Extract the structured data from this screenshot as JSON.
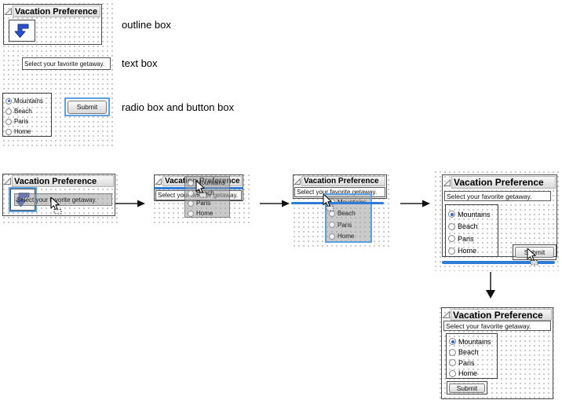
{
  "form": {
    "title": "Vacation Preference",
    "prompt": "Select your favorite getaway.",
    "options": [
      "Mountains",
      "Beach",
      "Paris",
      "Home"
    ],
    "selected": "Mountains",
    "submit_label": "Submit"
  },
  "legend": {
    "outline_box": "outline box",
    "text_box": "text box",
    "radio_button_box": "radio box and button box"
  },
  "icons": {
    "disclosure": "disclosure-triangle-icon",
    "outline_arrow": "blue-down-arrow-icon",
    "drag_cursor": "drag-cursor-icon",
    "flow_arrow_right": "arrow-right-icon",
    "flow_arrow_down": "arrow-down-icon"
  },
  "colors": {
    "selection_outline": "#5aa2e4",
    "insertion_line": "#2f7cd6",
    "arrow_icon_blue": "#2b50cc",
    "radio_selected": "#3465c6",
    "panel_border": "#4a4a4a",
    "titlebar_top": "#f7f7f7",
    "titlebar_bottom": "#dbdbdb",
    "grid_dot": "#b8b8b8"
  }
}
